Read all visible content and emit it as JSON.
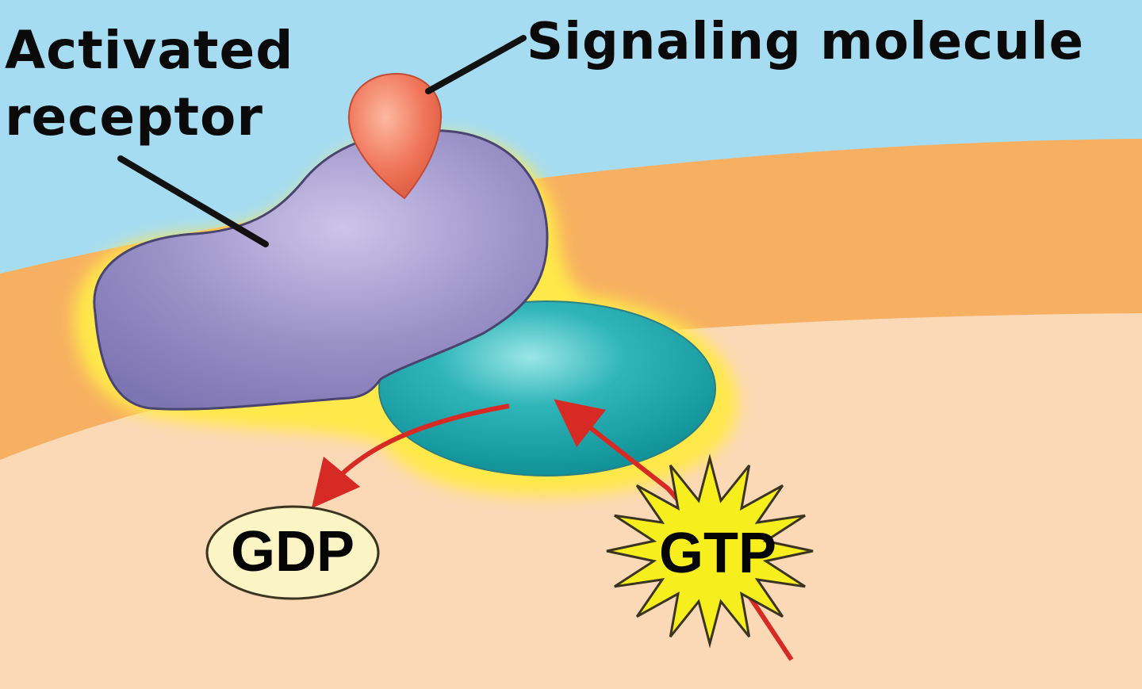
{
  "labels": {
    "activated_line1": "Activated",
    "activated_line2": "receptor",
    "signaling_molecule": "Signaling molecule",
    "gdp": "GDP",
    "gtp": "GTP"
  },
  "colors": {
    "extracellular": "#a6dcf2",
    "membrane": "#f7b061",
    "cytoplasm": "#fbd8b6",
    "receptor": "#8f86bd",
    "signaling_molecule": "#f0765a",
    "g_protein": "#1aa3a8",
    "highlight_glow": "#ffe84a",
    "gdp_fill": "#fbf5c6",
    "gtp_fill": "#f7ee1e",
    "arrow": "#d82a24"
  }
}
